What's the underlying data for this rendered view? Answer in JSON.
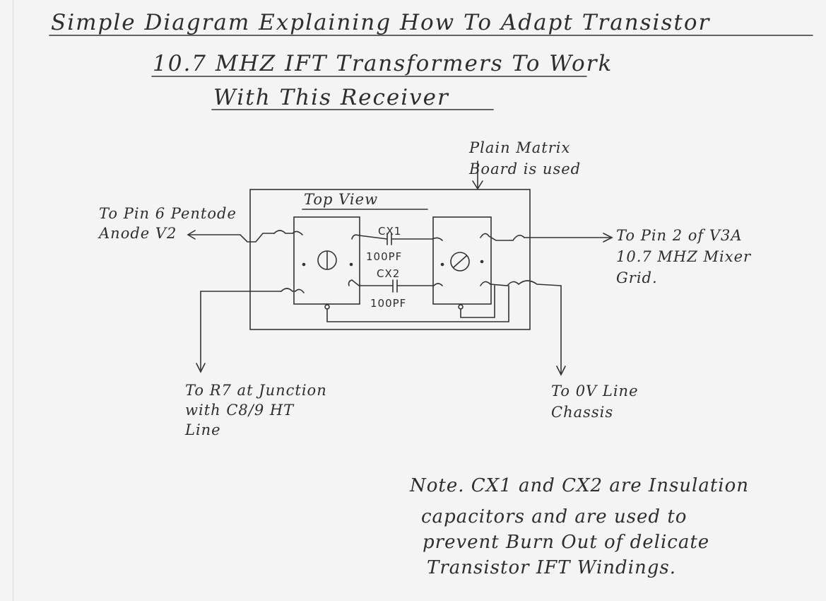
{
  "title": {
    "line1": "Simple Diagram Explaining How To Adapt Transistor",
    "line2": "10.7 MHZ IFT Transformers To Work",
    "line3": "With This Receiver"
  },
  "labels": {
    "board": "Plain Matrix\nBoard is used",
    "top_view": "Top View",
    "left_input": "To Pin 6 Pentode\nAnode V2",
    "right_output": "To Pin 2 of V3A\n10.7 MHZ Mixer\nGrid.",
    "bottom_left": "To R7 at Junction\nwith C8/9 HT\nLine",
    "bottom_right": "To 0V Line\nChassis"
  },
  "components": {
    "cx1_name": "CX1",
    "cx1_value": "100PF",
    "cx2_name": "CX2",
    "cx2_value": "100PF"
  },
  "note": {
    "line1": "Note. CX1 and CX2 are Insulation",
    "line2": "capacitors and are used to",
    "line3": "prevent Burn Out of delicate",
    "line4": "Transistor IFT Windings."
  }
}
